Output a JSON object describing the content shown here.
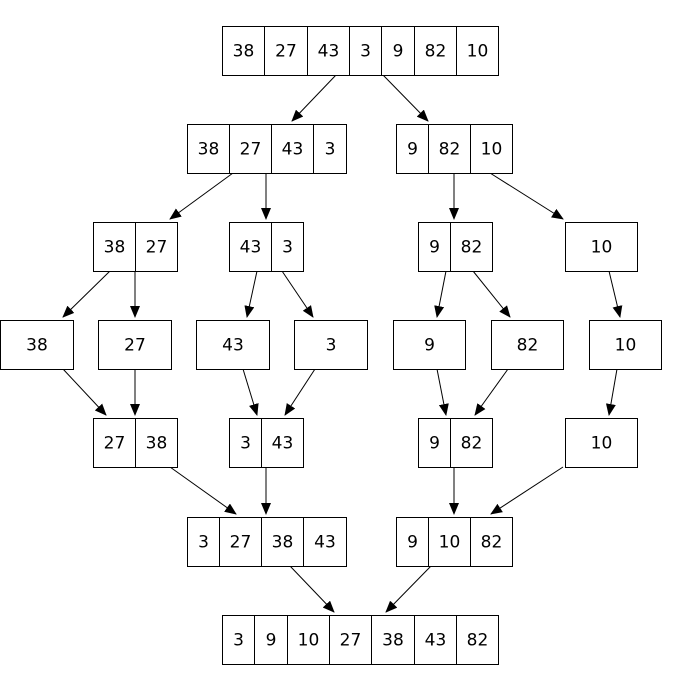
{
  "diagram": {
    "nodes": [
      {
        "id": "n0",
        "values": [
          "38",
          "27",
          "43",
          "3",
          "9",
          "82",
          "10"
        ]
      },
      {
        "id": "n1",
        "values": [
          "38",
          "27",
          "43",
          "3"
        ]
      },
      {
        "id": "n2",
        "values": [
          "9",
          "82",
          "10"
        ]
      },
      {
        "id": "n3",
        "values": [
          "38",
          "27"
        ]
      },
      {
        "id": "n4",
        "values": [
          "43",
          "3"
        ]
      },
      {
        "id": "n5",
        "values": [
          "9",
          "82"
        ]
      },
      {
        "id": "n6",
        "values": [
          "10"
        ]
      },
      {
        "id": "n7",
        "values": [
          "38"
        ]
      },
      {
        "id": "n8",
        "values": [
          "27"
        ]
      },
      {
        "id": "n9",
        "values": [
          "43"
        ]
      },
      {
        "id": "n10",
        "values": [
          "3"
        ]
      },
      {
        "id": "n11",
        "values": [
          "9"
        ]
      },
      {
        "id": "n12",
        "values": [
          "82"
        ]
      },
      {
        "id": "n13",
        "values": [
          "10"
        ]
      },
      {
        "id": "n14",
        "values": [
          "27",
          "38"
        ]
      },
      {
        "id": "n15",
        "values": [
          "3",
          "43"
        ]
      },
      {
        "id": "n16",
        "values": [
          "9",
          "82"
        ]
      },
      {
        "id": "n17",
        "values": [
          "10"
        ]
      },
      {
        "id": "n18",
        "values": [
          "3",
          "27",
          "38",
          "43"
        ]
      },
      {
        "id": "n19",
        "values": [
          "9",
          "10",
          "82"
        ]
      },
      {
        "id": "n20",
        "values": [
          "3",
          "9",
          "10",
          "27",
          "38",
          "43",
          "82"
        ]
      }
    ],
    "edges": [
      {
        "from": "n0",
        "to": "n1"
      },
      {
        "from": "n0",
        "to": "n2"
      },
      {
        "from": "n1",
        "to": "n3"
      },
      {
        "from": "n1",
        "to": "n4"
      },
      {
        "from": "n2",
        "to": "n5"
      },
      {
        "from": "n2",
        "to": "n6"
      },
      {
        "from": "n3",
        "to": "n7"
      },
      {
        "from": "n3",
        "to": "n8"
      },
      {
        "from": "n4",
        "to": "n9"
      },
      {
        "from": "n4",
        "to": "n10"
      },
      {
        "from": "n5",
        "to": "n11"
      },
      {
        "from": "n5",
        "to": "n12"
      },
      {
        "from": "n6",
        "to": "n13"
      },
      {
        "from": "n7",
        "to": "n14"
      },
      {
        "from": "n8",
        "to": "n14"
      },
      {
        "from": "n9",
        "to": "n15"
      },
      {
        "from": "n10",
        "to": "n15"
      },
      {
        "from": "n11",
        "to": "n16"
      },
      {
        "from": "n12",
        "to": "n16"
      },
      {
        "from": "n13",
        "to": "n17"
      },
      {
        "from": "n14",
        "to": "n18"
      },
      {
        "from": "n15",
        "to": "n18"
      },
      {
        "from": "n16",
        "to": "n19"
      },
      {
        "from": "n17",
        "to": "n19"
      },
      {
        "from": "n18",
        "to": "n20"
      },
      {
        "from": "n19",
        "to": "n20"
      }
    ]
  }
}
